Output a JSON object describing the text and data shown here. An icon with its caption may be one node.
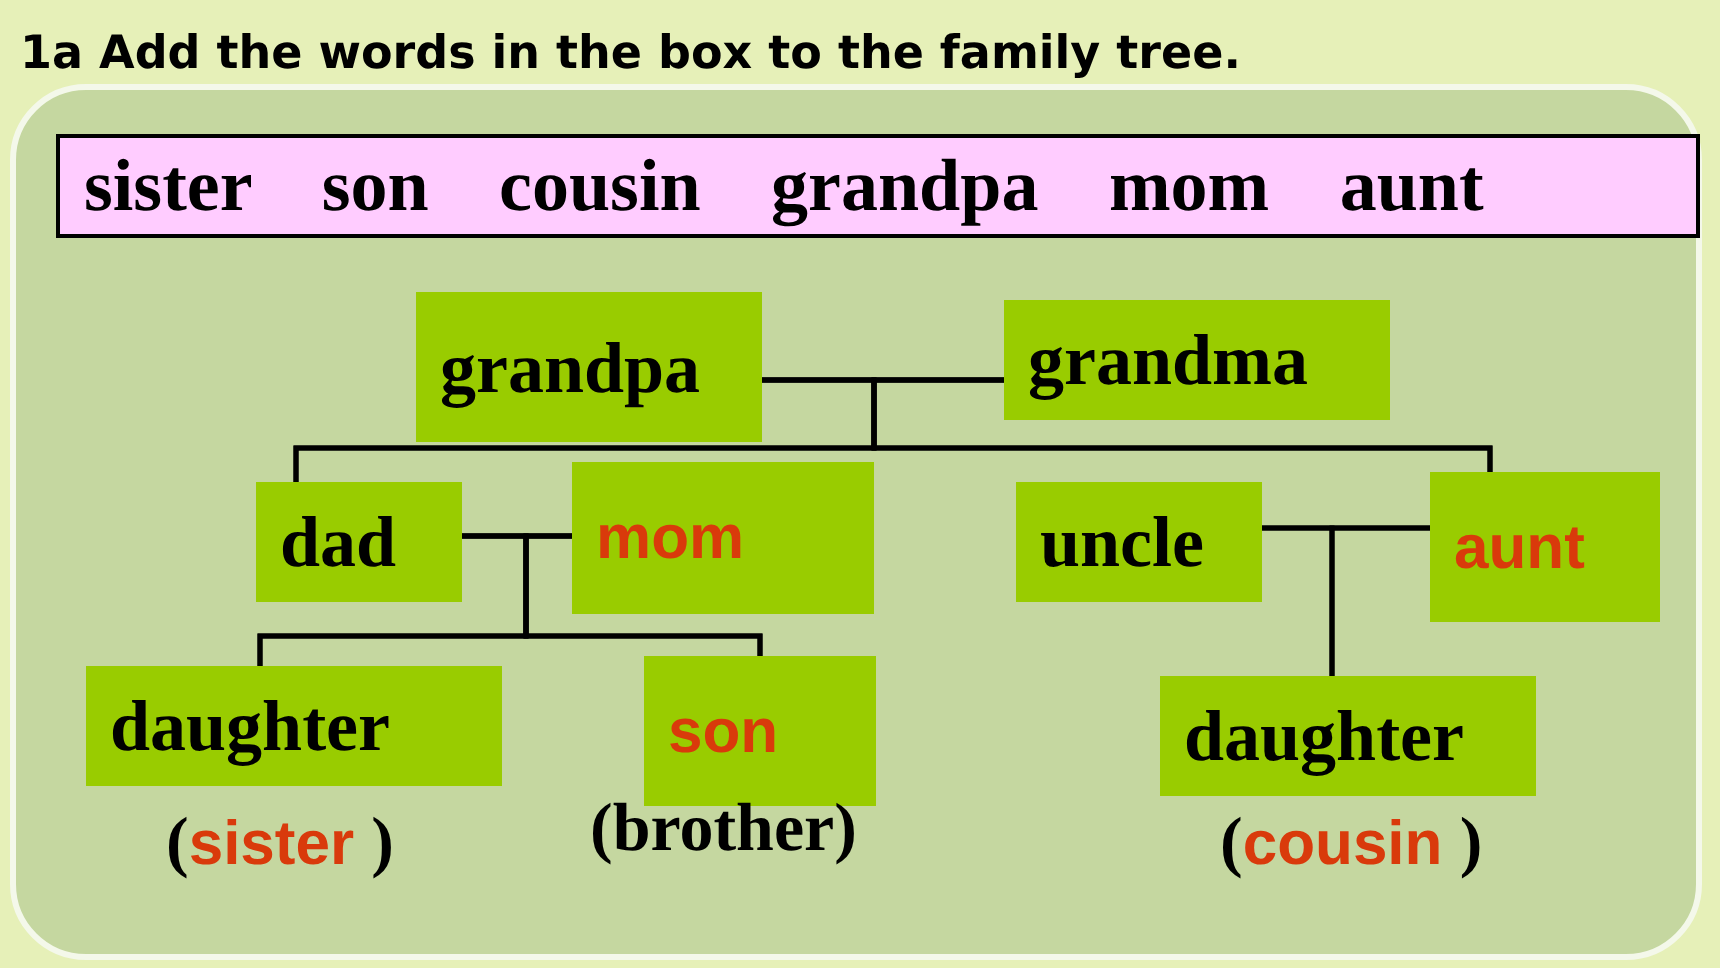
{
  "diagram": {
    "title": "1a Add the words in the box to the family tree.",
    "nodes": [
      {
        "text": [
          "sister son cousin grandpa mom aunt"
        ]
      },
      {
        "text": [
          "grandpa"
        ]
      },
      {
        "text": [
          "grandma"
        ]
      },
      {
        "text": [
          "dad"
        ]
      },
      {
        "text": [
          "mom"
        ]
      },
      {
        "text": [
          "uncle"
        ]
      },
      {
        "text": [
          "aunt"
        ]
      },
      {
        "text": [
          "daughter"
        ],
        "beside": [
          "(sister )"
        ]
      },
      {
        "text": [
          "son"
        ],
        "beside": [
          "(brother)"
        ]
      },
      {
        "text": [
          "daughter"
        ],
        "beside": [
          "(cousin )"
        ]
      }
    ],
    "edges": [
      {
        "from": 1,
        "to": 2,
        "arrow": "none"
      },
      {
        "from": 1,
        "to": 3,
        "arrow": "none"
      },
      {
        "from": 1,
        "to": 6,
        "arrow": "none"
      },
      {
        "from": 2,
        "to": 3,
        "arrow": "none"
      },
      {
        "from": 2,
        "to": 6,
        "arrow": "none"
      },
      {
        "from": 3,
        "to": 4,
        "arrow": "none"
      },
      {
        "from": 3,
        "to": 7,
        "arrow": "none"
      },
      {
        "from": 3,
        "to": 8,
        "arrow": "none"
      },
      {
        "from": 4,
        "to": 7,
        "arrow": "none"
      },
      {
        "from": 4,
        "to": 8,
        "arrow": "none"
      },
      {
        "from": 5,
        "to": 6,
        "arrow": "none"
      },
      {
        "from": 5,
        "to": 9,
        "arrow": "none"
      },
      {
        "from": 6,
        "to": 9,
        "arrow": "none"
      }
    ]
  }
}
